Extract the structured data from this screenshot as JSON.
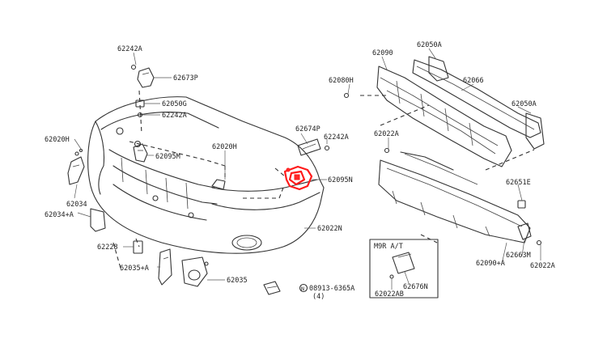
{
  "labels": {
    "p62242A_top": "62242A",
    "p62673P": "62673P",
    "p62050G": "62050G",
    "p62242A_mid": "62242A",
    "p62020H_left": "62020H",
    "p62095M": "62095M",
    "p62020H_center": "62020H",
    "p62034": "62034",
    "p62034A": "62034+A",
    "p62228": "62228",
    "p62035A": "62035+A",
    "p62035": "62035",
    "p62674P": "62674P",
    "p62242A_right": "62242A",
    "p62095N": "62095N",
    "p62022N": "62022N",
    "p08913": "08913-6365A",
    "p08913_qty": "(4)",
    "p08913_mark": "N",
    "p62090": "62090",
    "p62050A_top": "62050A",
    "p62080H": "62080H",
    "p62066": "62066",
    "p62050A_right": "62050A",
    "p62022A_upper": "62022A",
    "p62651E": "62651E",
    "p62663M": "62663M",
    "p62090A": "62090+A",
    "p62022A_lower": "62022A",
    "box_title": "M9R A/T",
    "p62676N": "62676N",
    "p62022AB": "62022AB"
  },
  "colors": {
    "line": "#333333",
    "highlight": "#ff1a1a",
    "background": "#ffffff"
  }
}
